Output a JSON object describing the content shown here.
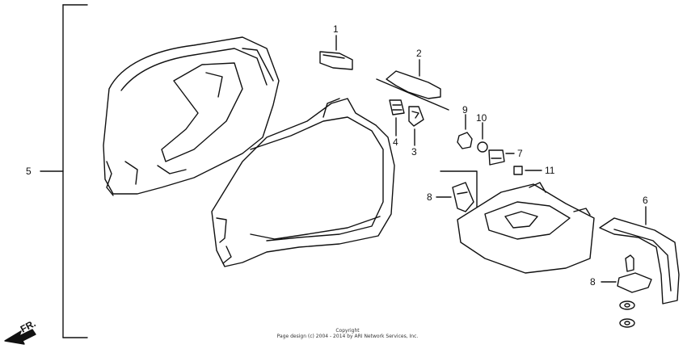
{
  "diagram": {
    "front_label": "FR.",
    "callouts": [
      "1",
      "2",
      "3",
      "4",
      "5",
      "6",
      "7",
      "8",
      "8",
      "9",
      "10",
      "11"
    ],
    "copyright_line1": "Copyright",
    "copyright_line2": "Page design (c) 2004 - 2014 by ARI Network Services, Inc."
  },
  "colors": {
    "ink": "#111111",
    "background": "#ffffff"
  }
}
